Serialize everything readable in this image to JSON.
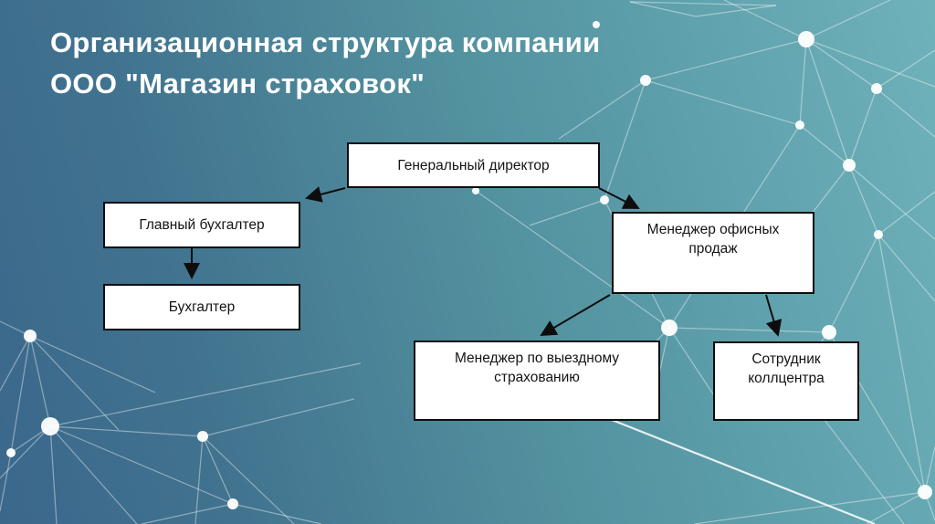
{
  "slide": {
    "title": {
      "line1": "Организационная структура компании",
      "line2": "ООО \"Магазин страховок\""
    }
  },
  "org_chart": {
    "company": "ООО \"Магазин страховок\"",
    "nodes": [
      {
        "id": "general-director",
        "label": "Генеральный директор"
      },
      {
        "id": "chief-accountant",
        "label": "Главный бухгалтер"
      },
      {
        "id": "accountant",
        "label": "Бухгалтер"
      },
      {
        "id": "office-sales",
        "label": "Менеджер офисных продаж"
      },
      {
        "id": "field-insurance",
        "label": "Менеджер по выездному страхованию"
      },
      {
        "id": "callcenter",
        "label": "Сотрудник коллцентра"
      }
    ],
    "edges": [
      {
        "from": "general-director",
        "to": "chief-accountant"
      },
      {
        "from": "general-director",
        "to": "office-sales"
      },
      {
        "from": "chief-accountant",
        "to": "accountant"
      },
      {
        "from": "office-sales",
        "to": "field-insurance"
      },
      {
        "from": "office-sales",
        "to": "callcenter"
      }
    ]
  },
  "colors": {
    "background_dark": "#3b678b",
    "background_light": "#6fb2ba",
    "box_fill": "#ffffff",
    "box_border": "#0d0d0d",
    "box_text": "#141414",
    "title_text": "#ffffff",
    "arrow": "#0d0d0d",
    "mesh": "#ffffff"
  }
}
